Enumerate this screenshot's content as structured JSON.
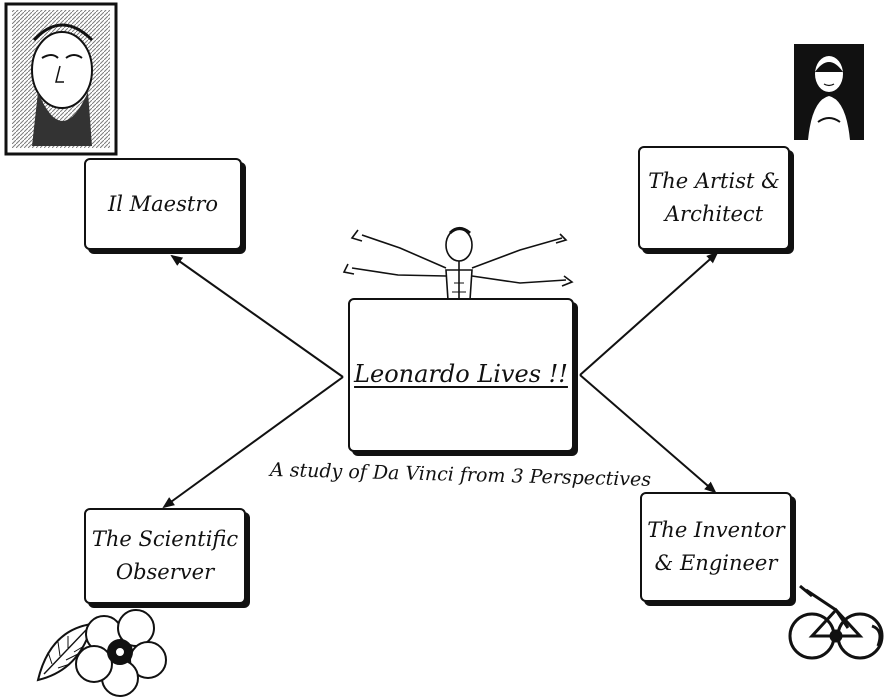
{
  "center": {
    "title": "Leonardo Lives !!",
    "subtitle": "A study of Da Vinci from 3 Perspectives"
  },
  "nodes": {
    "maestro": "Il Maestro",
    "artist": [
      "The Artist &",
      "Architect"
    ],
    "scientist": [
      "The Scientific",
      "Observer"
    ],
    "inventor": [
      "The Inventor",
      "& Engineer"
    ]
  },
  "colors": {
    "ink": "#111111",
    "paper": "#ffffff"
  },
  "illustrations": {
    "top_left": "leonardo-portrait",
    "top_right": "mona-lisa",
    "center": "vitruvian-man",
    "bottom_left": "flower-and-leaf",
    "bottom_right": "bicycle-sketch"
  }
}
